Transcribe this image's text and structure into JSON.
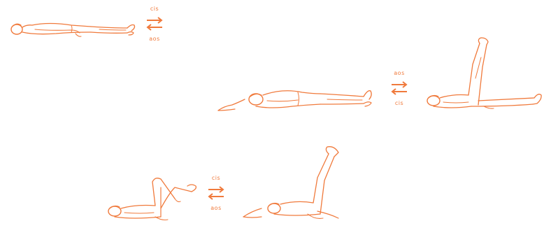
{
  "colors": {
    "ink": "#f07a3c",
    "ink_light": "#f3a070"
  },
  "sequences": [
    {
      "top_label": "cis",
      "bottom_label": "aos",
      "arrow_icons": [
        "arrow-right-icon",
        "arrow-left-icon"
      ]
    },
    {
      "top_label": "aos",
      "bottom_label": "cis",
      "arrow_icons": [
        "arrow-right-icon",
        "arrow-left-icon"
      ]
    },
    {
      "top_label": "cis",
      "bottom_label": "aos",
      "arrow_icons": [
        "arrow-right-icon",
        "arrow-left-icon"
      ]
    }
  ]
}
